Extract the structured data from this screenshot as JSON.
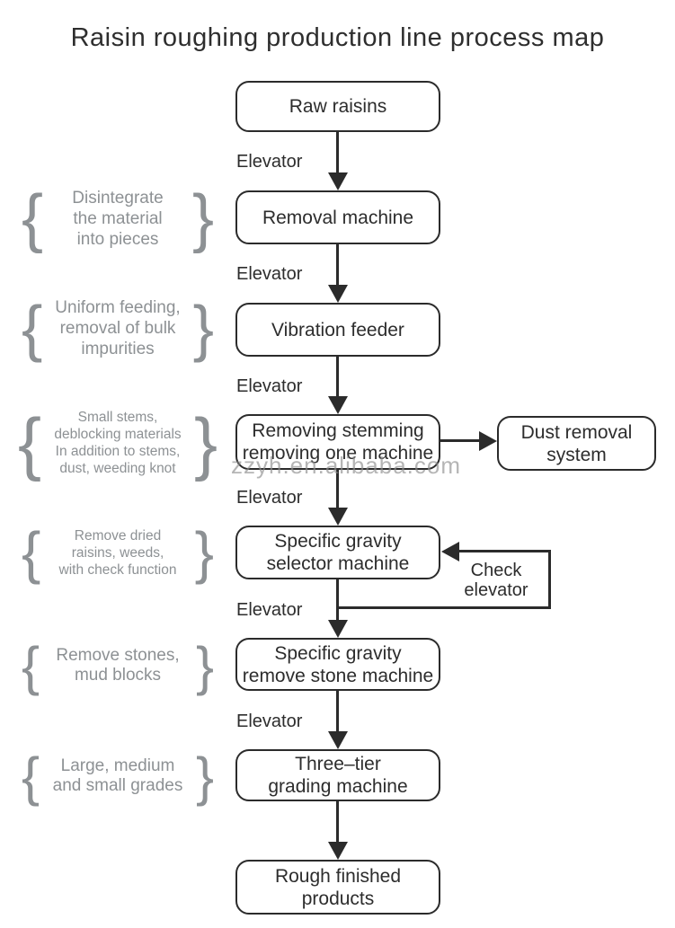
{
  "title": "Raisin roughing production line process map",
  "watermark": "zzyh.en.alibaba.com",
  "punct": {
    "brace_left": "{",
    "brace_right": "}"
  },
  "steps": [
    {
      "label": "Raw raisins"
    },
    {
      "label": "Removal machine"
    },
    {
      "label": "Vibration feeder"
    },
    {
      "label": "Removing stemming\nremoving one machine"
    },
    {
      "label": "Specific gravity\nselector machine"
    },
    {
      "label": "Specific gravity\nremove stone machine"
    },
    {
      "label": "Three–tier\ngrading machine"
    },
    {
      "label": "Rough finished\nproducts"
    }
  ],
  "elevator_labels": [
    "Elevator",
    "Elevator",
    "Elevator",
    "Elevator",
    "Elevator",
    "Elevator"
  ],
  "side": {
    "dust": {
      "label": "Dust removal\nsystem"
    },
    "check": {
      "label": "Check\nelevator"
    }
  },
  "annotations": [
    {
      "text": "Disintegrate\nthe material\ninto pieces"
    },
    {
      "text": "Uniform feeding,\nremoval of bulk\nimpurities"
    },
    {
      "text": "Small stems,\ndeblocking materials\nIn addition to stems,\ndust, weeding knot"
    },
    {
      "text": "Remove dried\nraisins, weeds,\nwith check function"
    },
    {
      "text": "Remove stones,\nmud blocks"
    },
    {
      "text": "Large, medium\nand small grades"
    }
  ],
  "colors": {
    "line": "#2b2b2b",
    "text": "#2d2d2d",
    "annotation": "#8d9194",
    "watermark": "#8f8f8f",
    "background": "#ffffff"
  }
}
